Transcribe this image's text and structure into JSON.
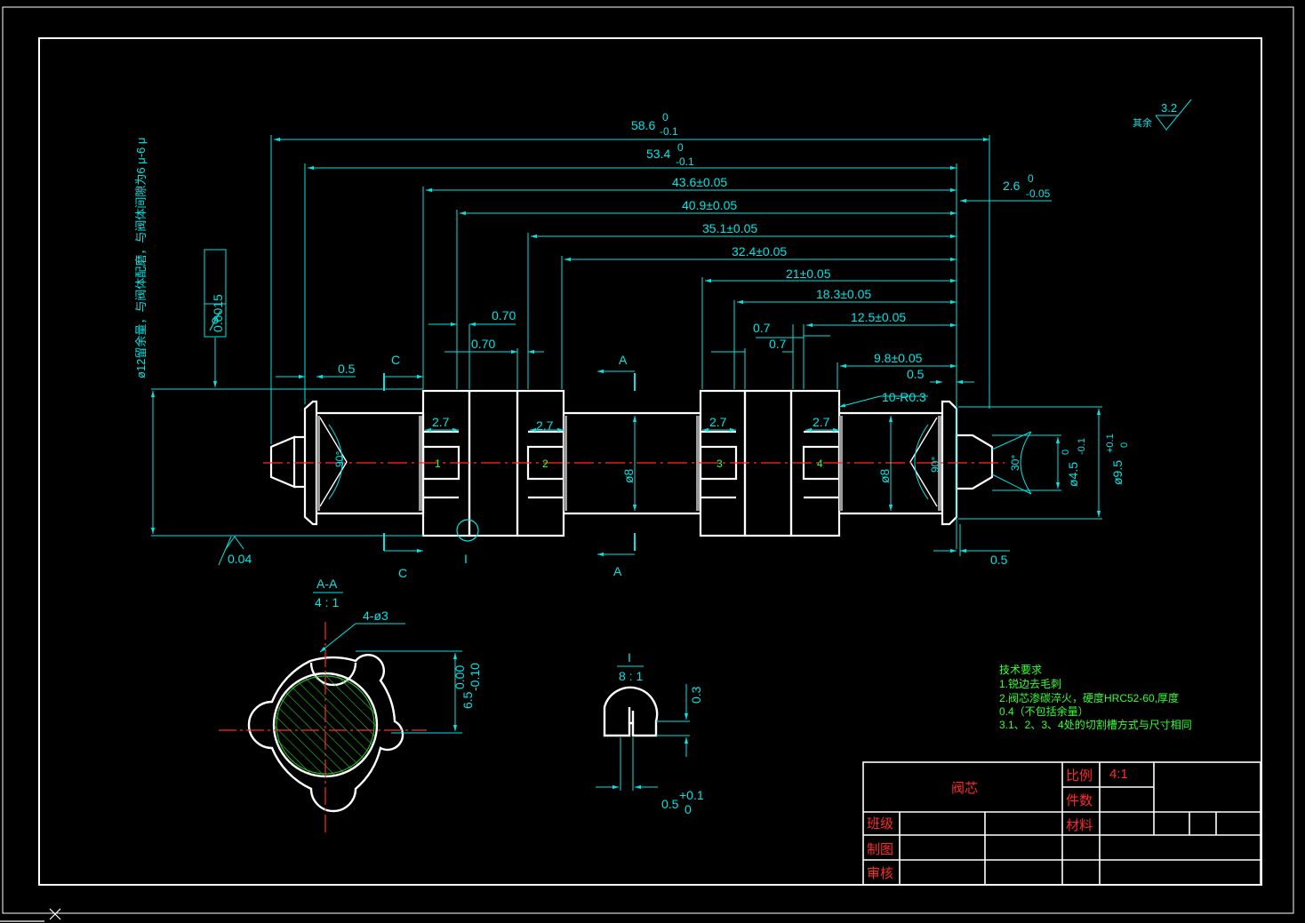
{
  "drawing": {
    "dims": {
      "d_58_6": "58.6",
      "d_58_6_up": "0",
      "d_58_6_lo": "-0.1",
      "d_53_4": "53.4",
      "d_53_4_up": "0",
      "d_53_4_lo": "-0.1",
      "d_43_6": "43.6±0.05",
      "d_40_9": "40.9±0.05",
      "d_35_1": "35.1±0.05",
      "d_32_4": "32.4±0.05",
      "d_21": "21±0.05",
      "d_18_3": "18.3±0.05",
      "d_12_5": "12.5±0.05",
      "d_9_8": "9.8±0.05",
      "d_2_6": "2.6",
      "d_2_6_up": "0",
      "d_2_6_lo": "-0.05",
      "d_0_70a": "0.70",
      "d_0_70b": "0.70",
      "d_0_7a": "0.7",
      "d_0_7b": "0.7",
      "d_0_5a": "0.5",
      "d_0_5b": "0.5",
      "d_0_5c": "0.5",
      "groove_1": "2.7",
      "groove_2": "2.7",
      "groove_3": "2.7",
      "groove_4": "2.7",
      "radius": "10-R0.3",
      "dia_8a": "ø8",
      "dia_8b": "ø8",
      "dia_4_5": "ø4.5",
      "dia_4_5_up": "0",
      "dia_4_5_lo": "-0.1",
      "dia_9_5": "ø9.5",
      "dia_9_5_up": "+0.1",
      "dia_9_5_lo": "0",
      "angle_90a": "90°",
      "angle_90b": "90°",
      "angle_30": "30°",
      "flat_0_04": "0.04",
      "runout_value": "0.0015",
      "cyl_note": "ø12留余量，与阀体配磨，与阀体间隙为6 μ-6 μ",
      "section_A_top": "A",
      "section_A_bot": "A",
      "section_C_top": "C",
      "section_C_bot": "C",
      "detail_I": "I",
      "num_1": "1",
      "num_2": "2",
      "num_3": "3",
      "num_4": "4"
    },
    "roughness": {
      "label": "其余",
      "value": "3.2"
    },
    "section_aa": {
      "title": "A-A",
      "scale": "4 : 1",
      "holes": "4-ø3",
      "dim": "6.5",
      "dim_up": "0.00",
      "dim_lo": "-0.10"
    },
    "detail_view": {
      "title": "I",
      "scale": "8 : 1",
      "depth": "0.3",
      "width": "0.5",
      "width_up": "+0.1",
      "width_lo": "0"
    },
    "tech_notes": {
      "heading": "技术要求",
      "line1": "1.锐边去毛刺",
      "line2": "2.阀芯渗碳淬火，硬度HRC52-60,厚度",
      "line3": "0.4（不包括余量）",
      "line4": "3.1、2、3、4处的切割槽方式与尺寸相同"
    },
    "title_block": {
      "part_name": "阀芯",
      "scale_label": "比例",
      "scale_value": "4:1",
      "qty_label": "件数",
      "material_label": "材料",
      "class_label": "班级",
      "drawn_label": "制图",
      "review_label": "审核"
    },
    "colors": {
      "outline": "#ffffff",
      "dimension": "#00e5e5",
      "center": "#ff2a2a",
      "hatch": "#22cc22",
      "notes": "#33ff33"
    }
  }
}
